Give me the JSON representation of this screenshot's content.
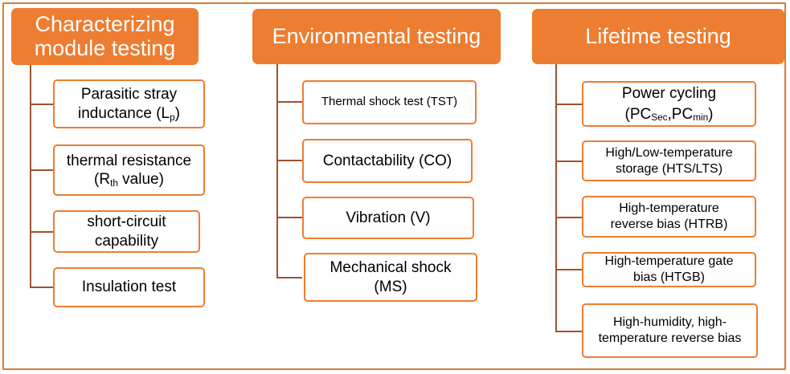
{
  "columns": [
    {
      "header_line1": "Characterizing",
      "header_line2": "module testing",
      "items": [
        {
          "line1": "Parasitic stray",
          "line2_main": "inductance (L",
          "line2_sub": "p",
          "line2_end": ")"
        },
        {
          "line1": "thermal resistance",
          "line2_main": "(R",
          "line2_sub": "th",
          "line2_end": " value)"
        },
        {
          "line1": "short-circuit",
          "line2": "capability"
        },
        {
          "line1": "Insulation test"
        }
      ]
    },
    {
      "header": "Environmental testing",
      "items": [
        {
          "line1": "Thermal shock test (TST)"
        },
        {
          "line1": "Contactability (CO)"
        },
        {
          "line1": "Vibration (V)"
        },
        {
          "line1": "Mechanical shock",
          "line2": "(MS)"
        }
      ]
    },
    {
      "header": "Lifetime testing",
      "items": [
        {
          "line1": "Power cycling",
          "pc_open": "(PC",
          "pc_sub1": "Sec",
          "pc_mid": ",PC",
          "pc_sub2": "min",
          "pc_close": ")"
        },
        {
          "line1": "High/Low-temperature",
          "line2": "storage (HTS/LTS)"
        },
        {
          "line1": "High-temperature",
          "line2": "reverse bias (HTRB)"
        },
        {
          "line1": "High-temperature gate",
          "line2": "bias (HTGB)"
        },
        {
          "line1": "High-humidity, high-",
          "line2": "temperature reverse bias"
        }
      ]
    }
  ]
}
